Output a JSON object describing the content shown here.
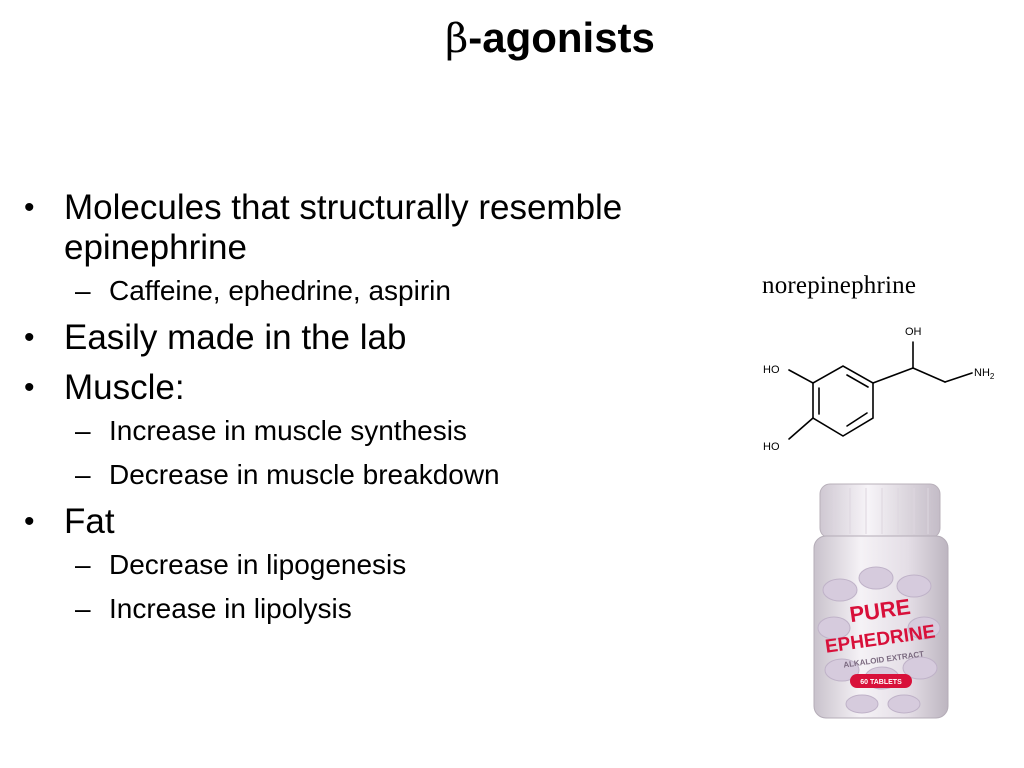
{
  "title": {
    "symbol": "β",
    "text": "-agonists"
  },
  "bullets": [
    {
      "text": "Molecules that structurally resemble epinephrine",
      "subs": [
        "Caffeine, ephedrine, aspirin"
      ]
    },
    {
      "text": "Easily made in the lab",
      "subs": []
    },
    {
      "text": "Muscle:",
      "subs": [
        "Increase in muscle synthesis",
        "Decrease in muscle breakdown"
      ]
    },
    {
      "text": "Fat",
      "subs": [
        "Decrease in lipogenesis",
        "Increase in lipolysis"
      ]
    }
  ],
  "molecule": {
    "label": "norepinephrine",
    "atom_oh_top": "OH",
    "atom_ho_upper": "HO",
    "atom_ho_lower": "HO",
    "atom_nh": "NH",
    "atom_nh_sub": "2"
  },
  "bottle": {
    "label_line1": "PURE",
    "label_line2": "EPHEDRINE",
    "label_line3": "ALKALOID EXTRACT",
    "label_count": "60 TABLETS",
    "colors": {
      "cap": "#e9e4ea",
      "body": "#ebe6ec",
      "tablets": "#d9cfe0",
      "label_text": "#d8103a"
    }
  }
}
